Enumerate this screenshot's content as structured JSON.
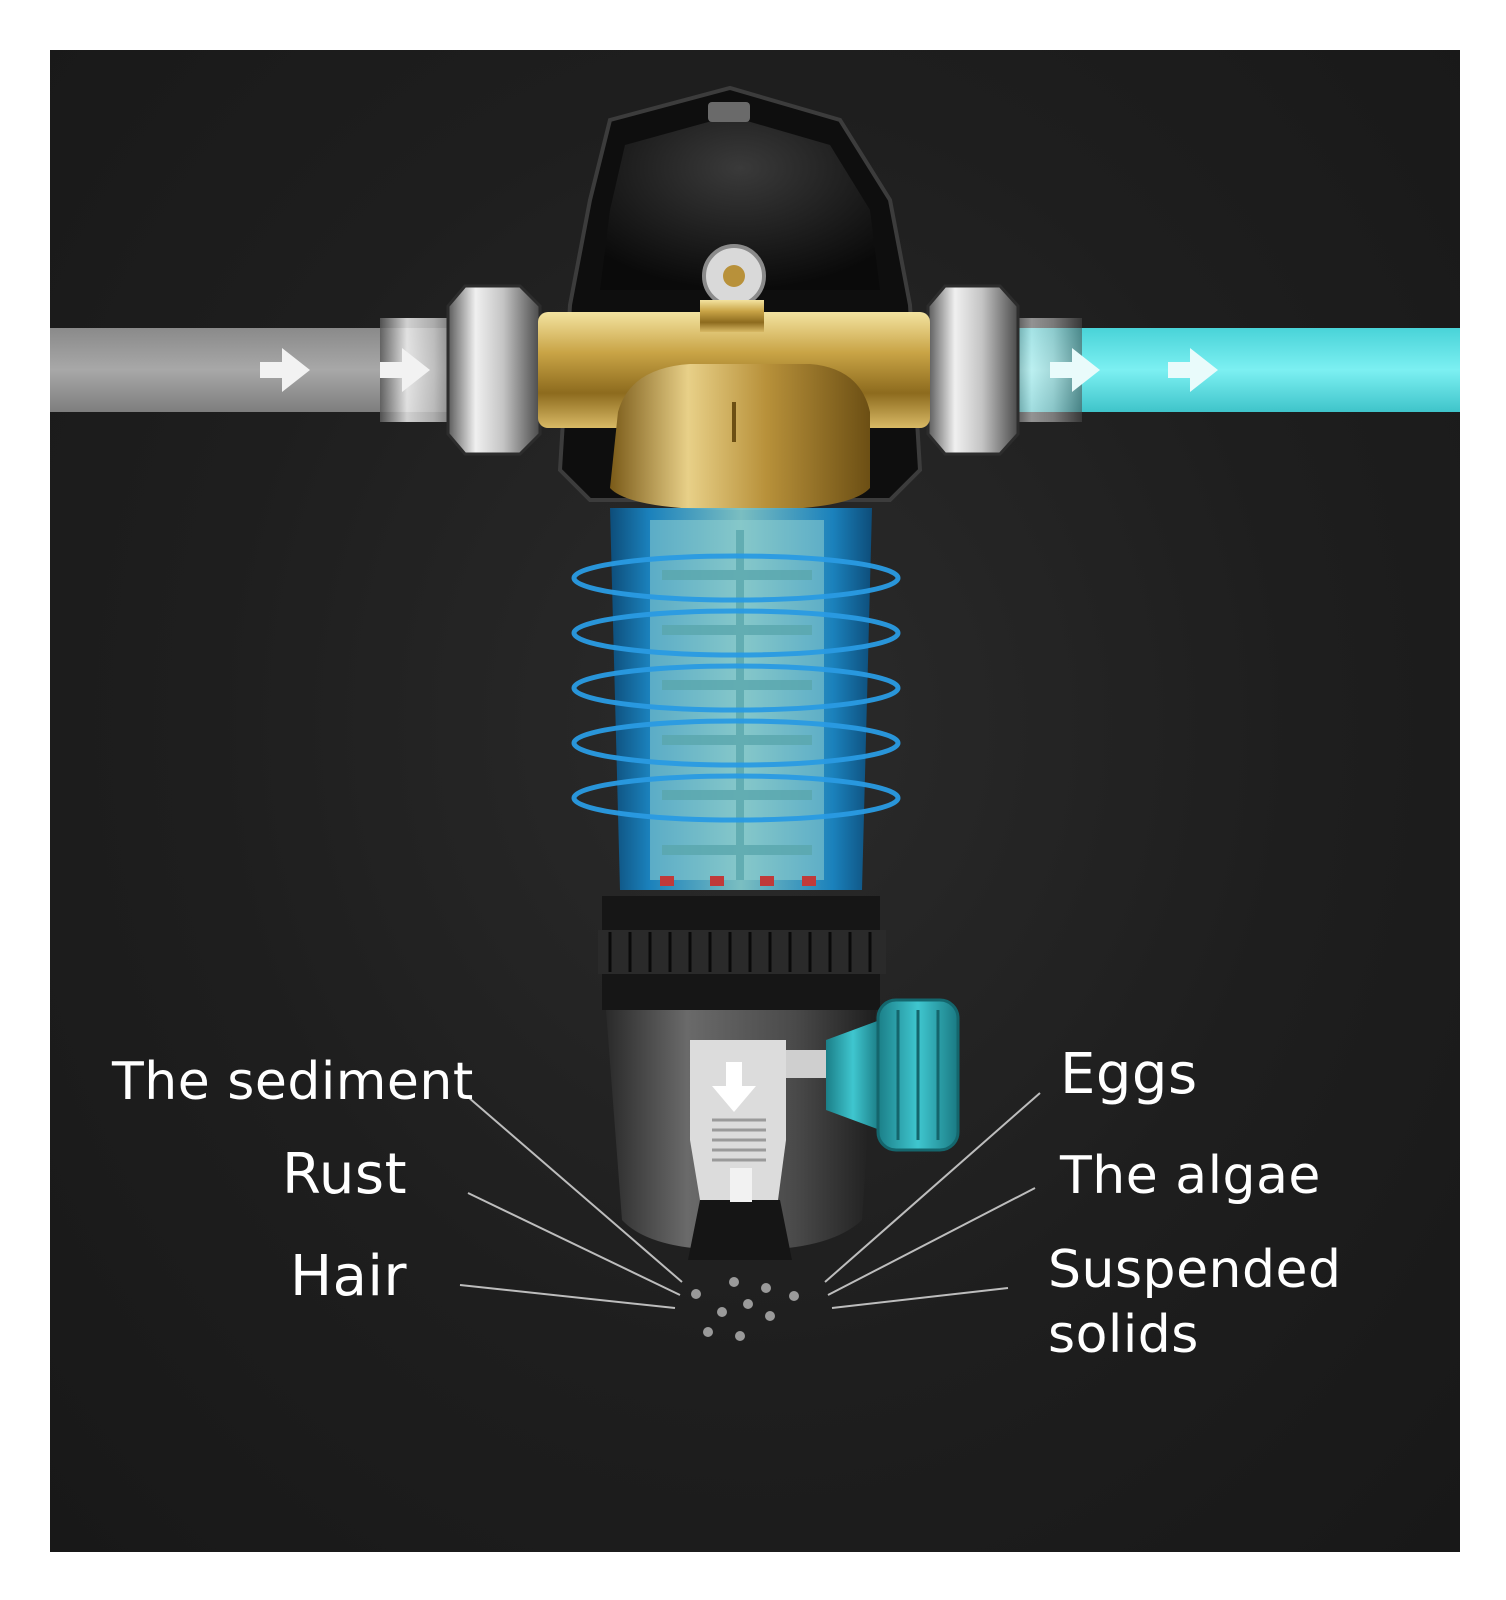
{
  "contaminants_left": [
    "The sediment",
    "Rust",
    "Hair"
  ],
  "contaminants_right": [
    "Eggs",
    "The algae",
    "Suspended solids"
  ],
  "colors": {
    "background": "#1e1e1e",
    "inlet_water": "#9a9a9a",
    "outlet_water": "#5fe0e4",
    "filter_glow": "#1e90d8",
    "brass": "#c9a446",
    "valve_knob": "#2fb3bd"
  },
  "icons": [
    "flow-arrow-icon",
    "drain-arrow-icon"
  ]
}
